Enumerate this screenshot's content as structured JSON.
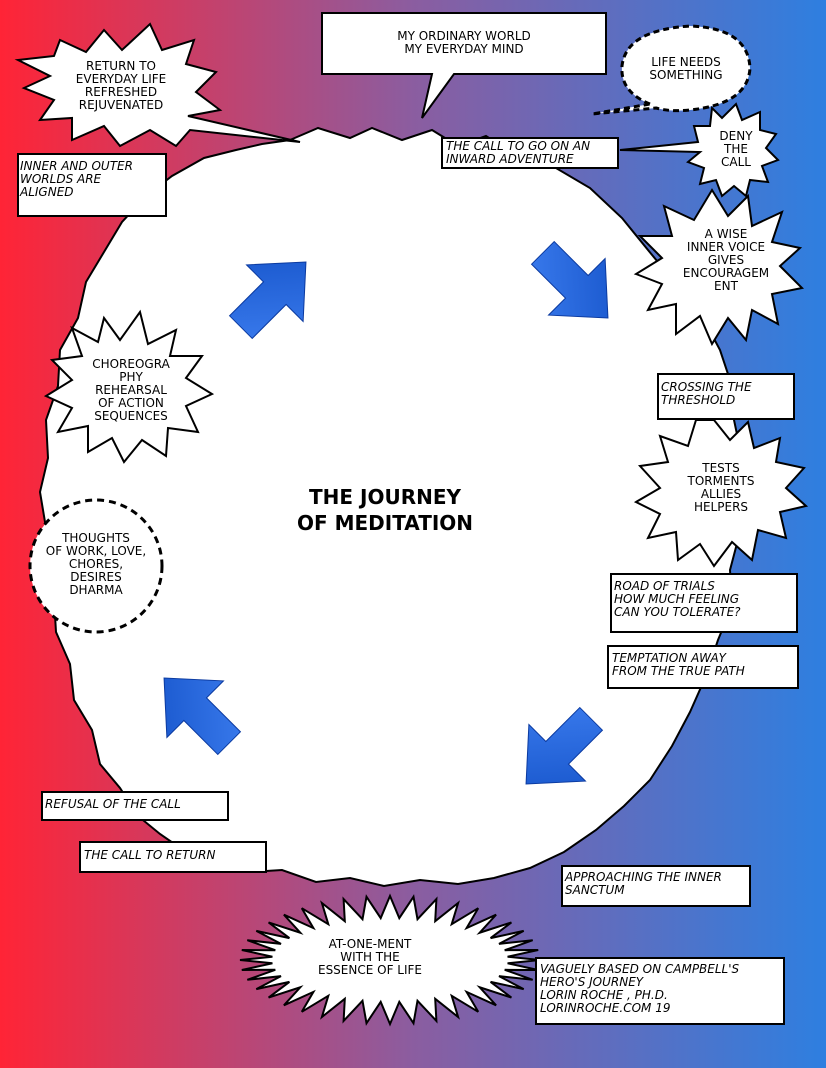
{
  "title": "THE JOURNEY\nOF MEDITATION",
  "colors": {
    "left": "#ff2436",
    "middle": "#8b5da0",
    "right": "#2e7fe0",
    "arrow": "#1452c8",
    "arrow_light": "#3d7ef0"
  },
  "captions": {
    "ordinary_world": "MY ORDINARY WORLD\nMY EVERYDAY MIND",
    "return_everyday": "RETURN TO\nEVERYDAY LIFE\nREFRESHED\nREJUVENATED",
    "life_needs": "LIFE NEEDS\nSOMETHING",
    "inner_outer": "INNER AND OUTER\nWORLDS ARE\nALIGNED",
    "call_inward": "THE CALL TO GO ON AN\nINWARD ADVENTURE",
    "deny_call": "DENY\nTHE\nCALL",
    "wise_voice": "A WISE\nINNER VOICE\nGIVES\nENCOURAGEM\nENT",
    "choreography": "CHOREOGRA\nPHY\nREHEARSAL\nOF ACTION\nSEQUENCES",
    "crossing": "CROSSING THE\nTHRESHOLD",
    "tests": "TESTS\nTORMENTS\nALLIES\nHELPERS",
    "thoughts": "THOUGHTS\nOF WORK, LOVE,\nCHORES,\nDESIRES\nDHARMA",
    "road_trials": "ROAD OF TRIALS\nHOW MUCH FEELING\nCAN YOU TOLERATE?",
    "temptation": "TEMPTATION AWAY\nFROM THE TRUE PATH",
    "refusal": "REFUSAL OF THE CALL",
    "call_return": "THE CALL TO RETURN",
    "approaching": "APPROACHING THE INNER\nSANCTUM",
    "at_one_ment": "AT-ONE-MENT\nWITH THE\nESSENCE OF LIFE",
    "credit": "VAGUELY BASED ON CAMPBELL'S\nHERO'S JOURNEY\n LORIN ROCHE , PH.D.\nLORINROCHE.COM    19"
  }
}
